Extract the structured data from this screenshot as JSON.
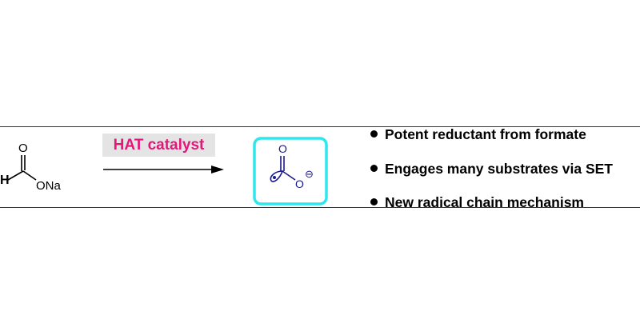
{
  "reactant": {
    "h_label": "H",
    "o_label": "O",
    "ona_label": "ONa"
  },
  "arrow": {
    "catalyst_label": "HAT catalyst",
    "highlight_color": "#e3167a"
  },
  "product": {
    "o_label": "O",
    "o_minus_label": "O",
    "charge_label": "⊖",
    "box_color": "#2ee6ee",
    "structure_color": "#1a1a8c"
  },
  "bullets": [
    {
      "text": "Potent reductant from formate"
    },
    {
      "text": "Engages many substrates via SET"
    },
    {
      "text": "New radical chain mechanism"
    }
  ]
}
